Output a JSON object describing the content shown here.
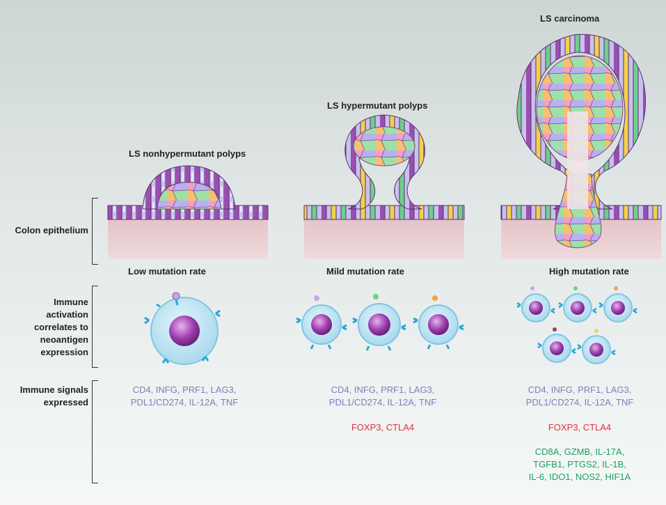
{
  "stages": [
    {
      "title": "LS nonhypermutant polyps",
      "rate": "Low mutation rate",
      "signals_base": [
        "CD4, INFG, PRF1, LAG3,",
        "PDL1/CD274, IL-12A, TNF"
      ],
      "signals_red": "",
      "signals_green": []
    },
    {
      "title": "LS hypermutant polyps",
      "rate": "Mild mutation rate",
      "signals_base": [
        "CD4, INFG, PRF1, LAG3,",
        "PDL1/CD274, IL-12A, TNF"
      ],
      "signals_red": "FOXP3, CTLA4",
      "signals_green": []
    },
    {
      "title": "LS carcinoma",
      "rate": "High mutation rate",
      "signals_base": [
        "CD4, INFG, PRF1, LAG3,",
        "PDL1/CD274, IL-12A, TNF"
      ],
      "signals_red": "FOXP3, CTLA4",
      "signals_green": [
        "CD8A, GZMB, IL-17A,",
        "TGFB1, PTGS2, IL-1B,",
        "IL-6, IDO1, NOS2, HIF1A"
      ]
    }
  ],
  "row_labels": {
    "epithelium": "Colon epithelium",
    "immune": [
      "Immune",
      "activation",
      "correlates to",
      "neoantigen",
      "expression"
    ],
    "signals": [
      "Immune signals",
      "expressed"
    ]
  },
  "colors": {
    "tissue": "#e8c9cc",
    "cell_purple": "#8a3a98",
    "cell_lavender": "#b9b7e6",
    "immune_cell": "#bfe3f2",
    "receptor": "#2aa7d6",
    "signal_base": "#7d7fb8",
    "signal_red": "#e0303a",
    "signal_green": "#1aa060"
  }
}
